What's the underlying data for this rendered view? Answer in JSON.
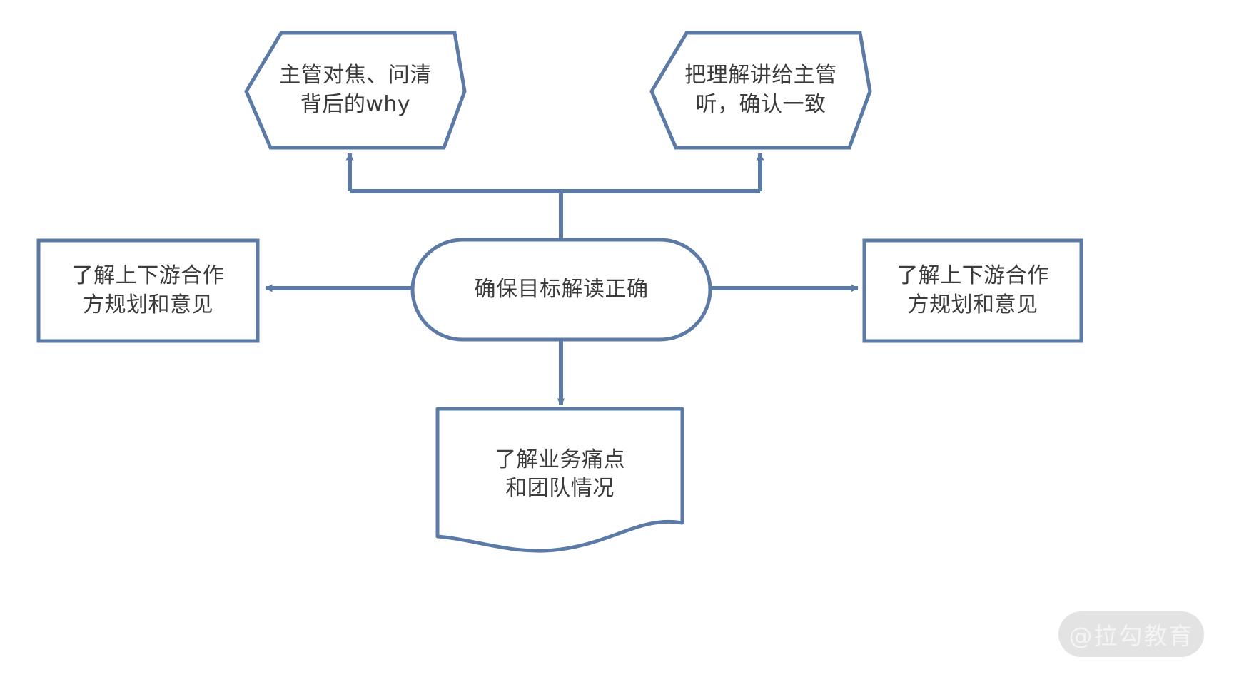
{
  "diagram": {
    "type": "flowchart",
    "background_color": "#ffffff",
    "stroke_color": "#5b7ba6",
    "text_color": "#3b3b3b",
    "center": {
      "id": "center-node",
      "shape": "stadium",
      "label": "确保目标解读正确"
    },
    "nodes": [
      {
        "id": "node-top-left",
        "shape": "hexagon",
        "label": "主管对焦、问清\n背后的why",
        "position": "top-left"
      },
      {
        "id": "node-top-right",
        "shape": "hexagon",
        "label": "把理解讲给主管\n听，确认一致",
        "position": "top-right"
      },
      {
        "id": "node-left",
        "shape": "rectangle",
        "label": "了解上下游合作\n方规划和意见",
        "position": "left"
      },
      {
        "id": "node-right",
        "shape": "rectangle",
        "label": "了解上下游合作\n方规划和意见",
        "position": "right"
      },
      {
        "id": "node-bottom",
        "shape": "document",
        "label": "了解业务痛点\n和团队情况",
        "position": "bottom"
      }
    ],
    "connectors": [
      {
        "id": "connector-center-to-top-left",
        "from": "center-node",
        "to": "node-top-left",
        "style": "elbow",
        "arrow": "end"
      },
      {
        "id": "connector-center-to-top-right",
        "from": "center-node",
        "to": "node-top-right",
        "style": "elbow",
        "arrow": "end"
      },
      {
        "id": "connector-center-to-left",
        "from": "center-node",
        "to": "node-left",
        "style": "straight",
        "arrow": "end"
      },
      {
        "id": "connector-center-to-right",
        "from": "center-node",
        "to": "node-right",
        "style": "straight",
        "arrow": "end"
      },
      {
        "id": "connector-center-to-bottom",
        "from": "center-node",
        "to": "node-bottom",
        "style": "straight",
        "arrow": "end"
      }
    ]
  },
  "watermark": {
    "text": "@拉勾教育",
    "background_color": "#e3e3e3",
    "text_color": "#f4f4f4"
  }
}
